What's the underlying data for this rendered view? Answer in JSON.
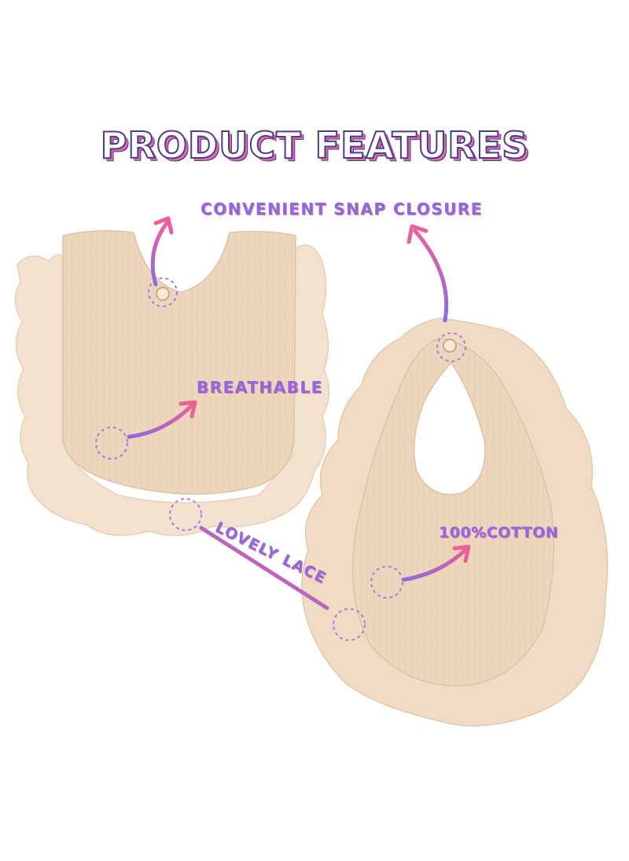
{
  "title": "PRODUCT FEATURES",
  "features": {
    "snap_closure": "CONVENIENT SNAP CLOSURE",
    "breathable": "BREATHABLE",
    "cotton": "100%COTTON",
    "lace": "LOVELY LACE"
  },
  "colors": {
    "bib_fabric": "#ecd6bc",
    "bib_ruffle": "#f3e2cf",
    "arrow_pink": "#ee5f9a",
    "arrow_purple": "#8a6be0",
    "title_outline": "#4b3c8c"
  },
  "icons": [
    "snap-button-icon",
    "arrow-icon",
    "dashed-circle-icon"
  ]
}
